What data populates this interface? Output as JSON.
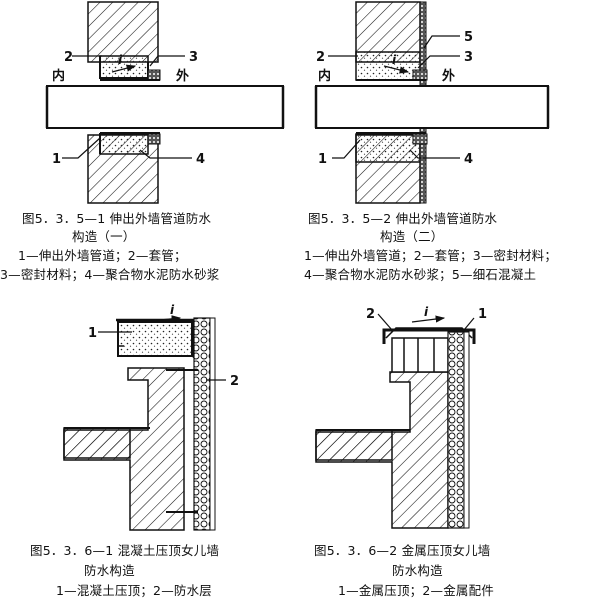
{
  "diagram1": {
    "callouts": {
      "n1": "1",
      "n2": "2",
      "n3": "3",
      "n4": "4"
    },
    "side_in": "内",
    "side_out": "外",
    "slope": "i",
    "caption_title": "图5．3．5—1 伸出外墙管道防水",
    "caption_title2": "构造（一）",
    "legend_line1": "1—伸出外墙管道；2—套管；",
    "legend_line2": "3—密封材料；4—聚合物水泥防水砂浆"
  },
  "diagram2": {
    "callouts": {
      "n1": "1",
      "n2": "2",
      "n3": "3",
      "n4": "4",
      "n5": "5"
    },
    "side_in": "内",
    "side_out": "外",
    "slope": "i",
    "caption_title": "图5．3．5—2 伸出外墙管道防水",
    "caption_title2": "构造（二）",
    "legend_line1": "1—伸出外墙管道；2—套管；3—密封材料；",
    "legend_line2": "4—聚合物水泥防水砂浆；5—细石混凝土"
  },
  "diagram3": {
    "callouts": {
      "n1": "1",
      "n2": "2"
    },
    "slope": "i",
    "caption_title": "图5．3．6—1 混凝土压顶女儿墙",
    "caption_title2": "防水构造",
    "legend_line1": "1—混凝土压顶；2—防水层"
  },
  "diagram4": {
    "callouts": {
      "n1": "1",
      "n2": "2"
    },
    "slope": "i",
    "caption_title": "图5．3．6—2 金属压顶女儿墙",
    "caption_title2": "防水构造",
    "legend_line1": "1—金属压顶；2—金属配件"
  },
  "colors": {
    "ink": "#111111",
    "paper": "#ffffff",
    "fill_gray": "#d9d9d9"
  }
}
